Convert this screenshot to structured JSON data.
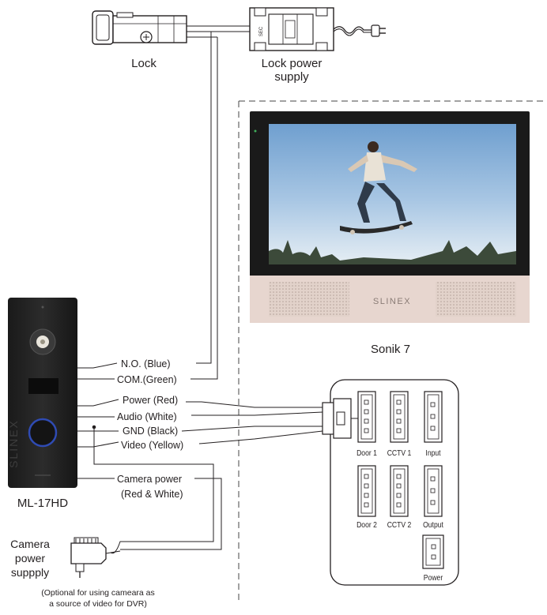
{
  "components": {
    "lock": "Lock",
    "lock_psu_line1": "Lock power",
    "lock_psu_line2": "supply",
    "monitor": "Sonik 7",
    "monitor_brand": "SLINEX",
    "outdoor_panel": "ML-17HD",
    "panel_brand": "SLINEX",
    "cam_psu_line1": "Camera",
    "cam_psu_line2": "power",
    "cam_psu_line3": "suppply",
    "psu_sec": "SEC"
  },
  "wires": {
    "no": "N.O. (Blue)",
    "com": "COM.(Green)",
    "power": "Power (Red)",
    "audio": "Audio (White)",
    "gnd": "GND (Black)",
    "video": "Video (Yellow)",
    "campower_line1": "Camera power",
    "campower_line2": "(Red & White)"
  },
  "connectors": {
    "door1": "Door 1",
    "cctv1": "CCTV 1",
    "input": "Input",
    "door2": "Door 2",
    "cctv2": "CCTV 2",
    "output": "Output",
    "power": "Power"
  },
  "notes": {
    "optional_line1": "(Optional for using cameara as",
    "optional_line2": "a source of video for DVR)"
  }
}
